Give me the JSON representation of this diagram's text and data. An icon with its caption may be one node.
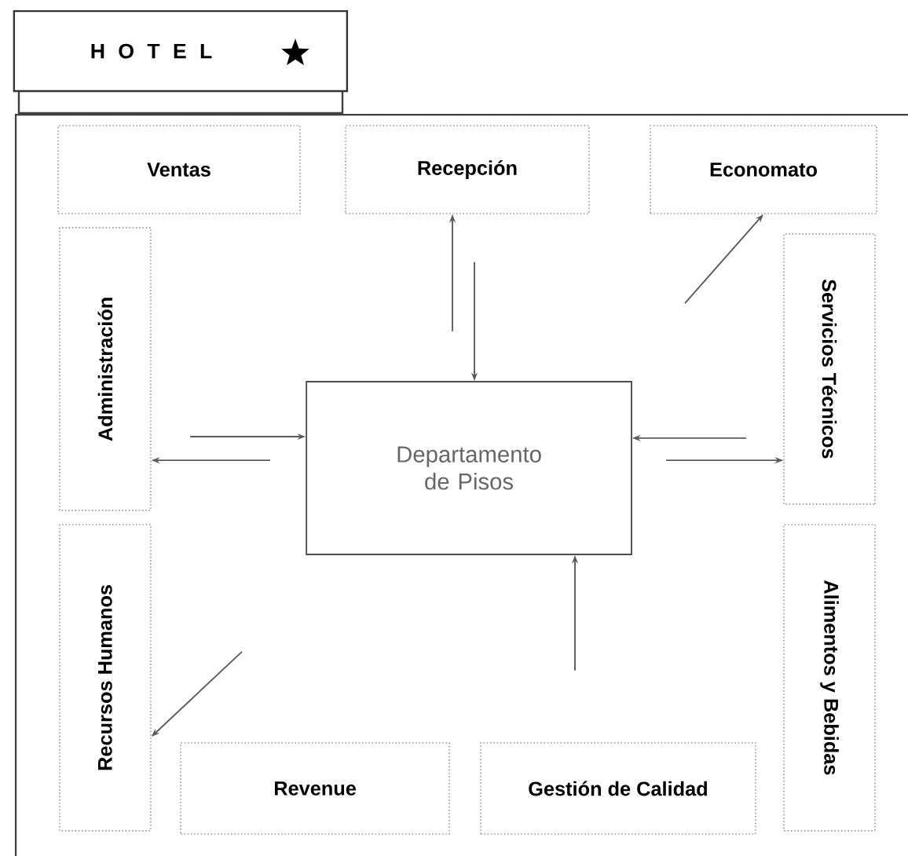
{
  "diagram": {
    "nodes": [
      {
        "text": [
          "H O T E L"
        ]
      },
      {
        "text": [
          "Ventas"
        ]
      },
      {
        "text": [
          "Recepción"
        ]
      },
      {
        "text": [
          "Economato"
        ]
      },
      {
        "text": [
          "Administración"
        ]
      },
      {
        "text": [
          "Servicios Técnicos"
        ]
      },
      {
        "text": [
          "Departamento de Pisos"
        ]
      },
      {
        "text": [
          "Recursos Humanos"
        ]
      },
      {
        "text": [
          "Alimentos y Bebidas"
        ]
      },
      {
        "text": [
          "Revenue"
        ]
      },
      {
        "text": [
          "Gestión de Calidad"
        ]
      }
    ],
    "edges": [
      {
        "from": null,
        "to": 2,
        "arrow": "to"
      },
      {
        "from": null,
        "to": 6,
        "arrow": "to"
      },
      {
        "from": null,
        "to": 3,
        "arrow": "to"
      },
      {
        "from": null,
        "to": 6,
        "arrow": "to"
      },
      {
        "from": null,
        "to": 4,
        "arrow": "to"
      },
      {
        "from": null,
        "to": 6,
        "arrow": "to"
      },
      {
        "from": null,
        "to": 5,
        "arrow": "to"
      },
      {
        "from": null,
        "to": 7,
        "arrow": "to"
      },
      {
        "from": null,
        "to": 6,
        "arrow": "to"
      }
    ]
  }
}
